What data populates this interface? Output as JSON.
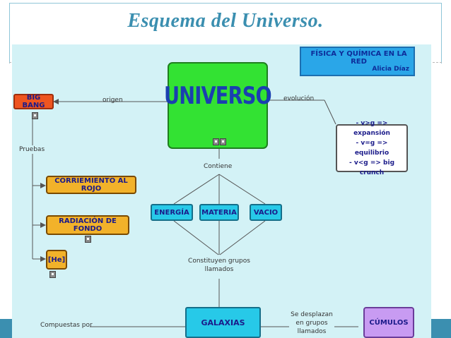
{
  "slide": {
    "title": "Esquema del Universo."
  },
  "credit": {
    "line1": "FÍSICA Y QUÍMICA EN LA RED",
    "line2": "Alicia Díaz"
  },
  "nodes": {
    "universo": "UNIVERSO",
    "big_bang": "BIG BANG",
    "corrimiento": "CORRIEMIENTO AL ROJO",
    "radiacion": "RADIACIÓN DE FONDO",
    "helio": "[He]",
    "energia": "ENERGÍA",
    "materia": "MATERIA",
    "vacio": "VACIO",
    "galaxias": "GALAXIAS",
    "cumulos": "CÚMULOS",
    "evolucion_list": [
      "- v>g => expansión",
      "- v=g => equilibrio",
      "- v<g => big crunch"
    ]
  },
  "links": {
    "origen": "origen",
    "evolucion": "evolución",
    "pruebas": "Pruebas",
    "contiene": "Contiene",
    "constituyen_1": "Constituyen grupos",
    "constituyen_2": "llamados",
    "compuestas": "Compuestas por",
    "desplazan_1": "Se desplazan",
    "desplazan_2": "en grupos",
    "desplazan_3": "llamados"
  },
  "colors": {
    "title": "#3b8fb0",
    "canvas": "#d3f2f6",
    "universo": "#33e233",
    "big_bang": "#ee5520",
    "orange": "#f2b22a",
    "cyan": "#27c9e8",
    "credit": "#2aa6e8",
    "cumulos": "#c89bf2",
    "bottom_bar": "#3b8fb0"
  }
}
